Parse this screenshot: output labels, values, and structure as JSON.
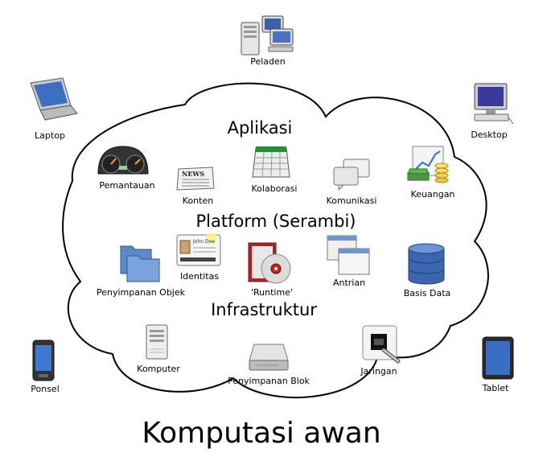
{
  "title": "Komputasi awan",
  "sections": {
    "applications": "Aplikasi",
    "platform": "Platform (Serambi)",
    "infrastructure": "Infrastruktur"
  },
  "devices": {
    "server": "Peladen",
    "laptop": "Laptop",
    "desktop": "Desktop",
    "phone": "Ponsel",
    "tablet": "Tablet"
  },
  "applications": {
    "monitoring": "Pemantauan",
    "content": "Konten",
    "collaboration": "Kolaborasi",
    "communication": "Komunikasi",
    "finance": "Keuangan"
  },
  "platform": {
    "object_storage": "Penyimpanan Objek",
    "identity": "Identitas",
    "runtime": "'Runtime'",
    "queue": "Antrian",
    "database": "Basis Data",
    "id_card_text": "John Doe"
  },
  "infrastructure": {
    "compute": "Komputer",
    "block_storage": "Penyimpanan Blok",
    "network": "Jaringan"
  },
  "newspaper_text": "NEWS"
}
